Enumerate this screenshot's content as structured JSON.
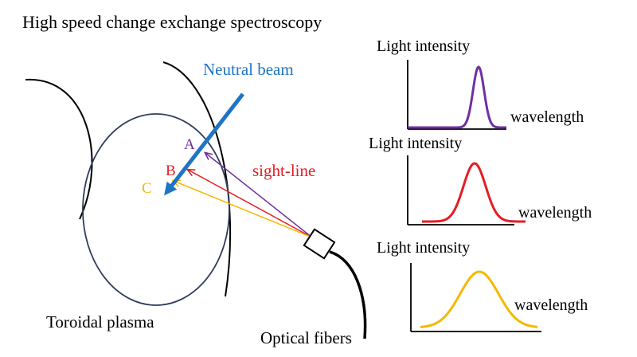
{
  "title": "High speed change exchange spectroscopy",
  "beam_label": "Neutral beam",
  "sightline_label": "sight-line",
  "plasma_label": "Toroidal plasma",
  "fiber_label": "Optical fibers",
  "points": {
    "a": "A",
    "b": "B",
    "c": "C"
  },
  "spectra": [
    {
      "ylabel": "Light intensity",
      "xlabel": "wavelength",
      "color": "#7030a0",
      "width": "narrow"
    },
    {
      "ylabel": "Light intensity",
      "xlabel": "wavelength",
      "color": "#e31e24",
      "width": "medium"
    },
    {
      "ylabel": "Light intensity",
      "xlabel": "wavelength",
      "color": "#f5b800",
      "width": "broad"
    }
  ],
  "colors": {
    "beam": "#1f74c4",
    "line_a": "#7030a0",
    "line_b": "#e31e24",
    "line_c": "#f5b800",
    "outline": "#000000",
    "plasma_edge": "#2f3c5a"
  }
}
